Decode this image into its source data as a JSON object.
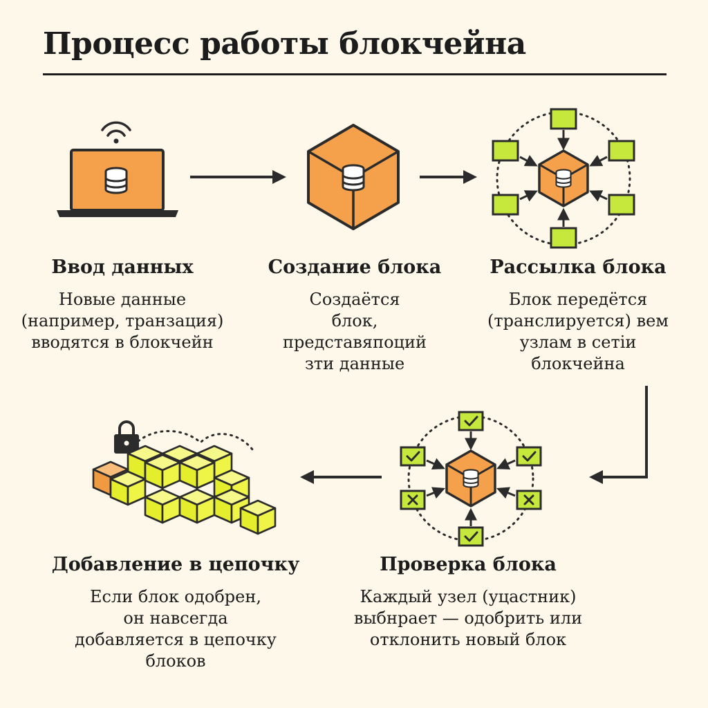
{
  "title": "Процесс работы блокчейна",
  "steps": [
    {
      "heading": "Ввод данных",
      "text": "Новые данные\n(например, транзация)\nвводятся в блокчейн",
      "icon": "laptop-database-icon"
    },
    {
      "heading": "Создание блока",
      "text": "Создаётся\nблок,\nпредставяпоций\nзти данные",
      "icon": "cube-database-icon"
    },
    {
      "heading": "Рассылка блока",
      "text": "Блок передётся\n(транслируется) вем\nузлам в сетіи\nблокчейна",
      "icon": "network-broadcast-icon"
    },
    {
      "heading": "Проверка блока",
      "text": "Каждый узел (уцастник)\nвыбнрает — одобрить или\nотклонить новый блок",
      "icon": "network-verify-icon"
    },
    {
      "heading": "Добавление в цепочку",
      "text": "Если блок одобрен,\nон навсегда\nдобавляется в цепочку\nблоков",
      "icon": "block-chain-icon"
    }
  ],
  "colors": {
    "orange": "#f5a04a",
    "lime": "#c6e83c",
    "yellow": "#eef247",
    "ink": "#2b2b2b",
    "background": "#fdf8ea"
  }
}
